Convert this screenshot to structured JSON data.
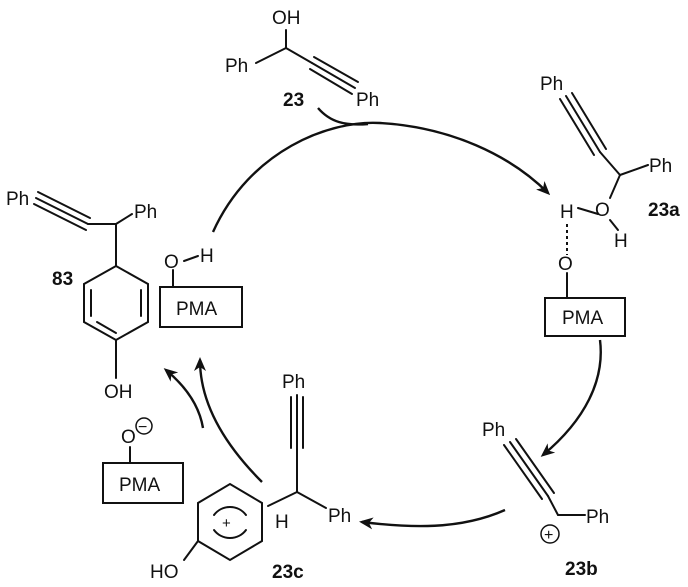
{
  "compounds": {
    "c23": {
      "id": "23",
      "oh": "OH",
      "ph1": "Ph",
      "ph2": "Ph"
    },
    "c23a": {
      "id": "23a",
      "ph1": "Ph",
      "ph2": "Ph",
      "h1": "H",
      "o": "O",
      "h2": "H"
    },
    "c23b": {
      "id": "23b",
      "ph1": "Ph",
      "ph2": "Ph",
      "charge": "+"
    },
    "c23c": {
      "id": "23c",
      "ph1": "Ph",
      "ph2": "Ph",
      "h": "H",
      "ho": "HO",
      "charge": "+"
    },
    "c83": {
      "id": "83",
      "ph1": "Ph",
      "ph2": "Ph",
      "oh": "OH"
    }
  },
  "catalyst": {
    "label": "PMA",
    "o": "O",
    "h": "H",
    "anion_charge": "−"
  }
}
